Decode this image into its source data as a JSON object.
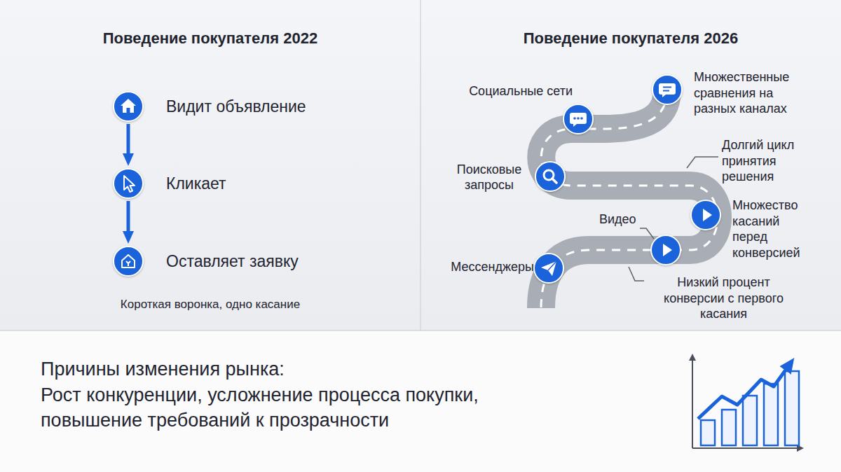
{
  "diagram": {
    "nodes": [
      {
        "text": [
          "Поведение покупателя 2022",
          "Короткая воронка, одно касание"
        ]
      },
      {
        "text": [
          "Видит объявление"
        ],
        "in": 0
      },
      {
        "text": [
          "Кликает"
        ],
        "in": 0
      },
      {
        "text": [
          "Оставляет заявку"
        ],
        "in": 0
      },
      {
        "text": [
          "Поведение покупателя 2026"
        ]
      },
      {
        "text": [
          "Социальные сети"
        ],
        "in": 4
      },
      {
        "text": [
          "Множественные сравнения на разных каналах"
        ],
        "in": 4
      },
      {
        "text": [
          "Поисковые запросы"
        ],
        "in": 4
      },
      {
        "text": [
          "Множество касаний перед конверсией"
        ],
        "in": 4
      },
      {
        "text": [
          "Видео"
        ],
        "in": 4
      },
      {
        "text": [
          "Мессенджеры"
        ],
        "in": 4
      },
      {
        "text": [
          "Причины изменения рынка:",
          "Рост конкуренции, усложнение процесса покупки, повышение требований к прозрачности"
        ]
      }
    ],
    "edges": [
      {
        "from": 1,
        "to": 2,
        "arrow": "to"
      },
      {
        "from": 2,
        "to": 3,
        "arrow": "to"
      }
    ],
    "labels": [
      "Долгий цикл принятия решения",
      "Низкий процент конверсии с первого касания"
    ]
  }
}
